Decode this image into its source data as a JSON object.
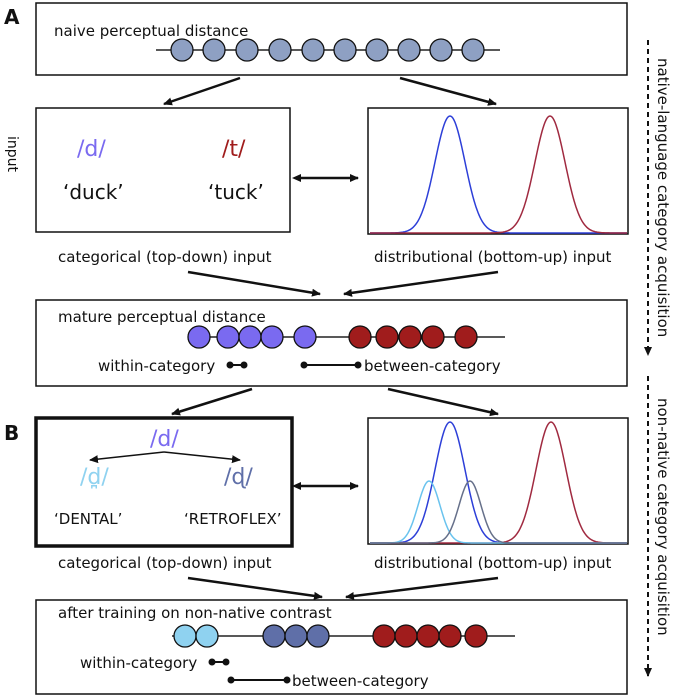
{
  "colors": {
    "naive": "#8ea0c3",
    "d_purple": "#7a6af0",
    "t_red": "#a01c1c",
    "dental": "#8fd2f0",
    "retroflex": "#5f6fa8",
    "blue_curve": "#2d3fd8",
    "red_curve": "#a02a40",
    "light_curve": "#6ac3ee",
    "gray_curve": "#66708a"
  },
  "panel_a": {
    "label": "A",
    "top_box_title": "naive perceptual distance",
    "input_label": "input",
    "phoneme_d": "/d/",
    "phoneme_t": "/t/",
    "word_d": "‘duck’",
    "word_t": "‘tuck’",
    "caption_left": "categorical (top-down) input",
    "caption_right": "distributional (bottom-up) input",
    "mature_title": "mature perceptual distance",
    "within": "within-category",
    "between": "between-category",
    "side_label": "native-language category acquisition"
  },
  "panel_b": {
    "label": "B",
    "phoneme_root": "/d/",
    "phoneme_dental": "/d̪/",
    "phoneme_retroflex": "/ɖ/",
    "word_dental": "‘DENTAL’",
    "word_retroflex": "‘RETROFLEX’",
    "caption_left": "categorical (top-down) input",
    "caption_right": "distributional (bottom-up) input",
    "training_title": "after training on non-native contrast",
    "within": "within-category",
    "between": "between-category",
    "side_label": "non-native category acquisition"
  }
}
